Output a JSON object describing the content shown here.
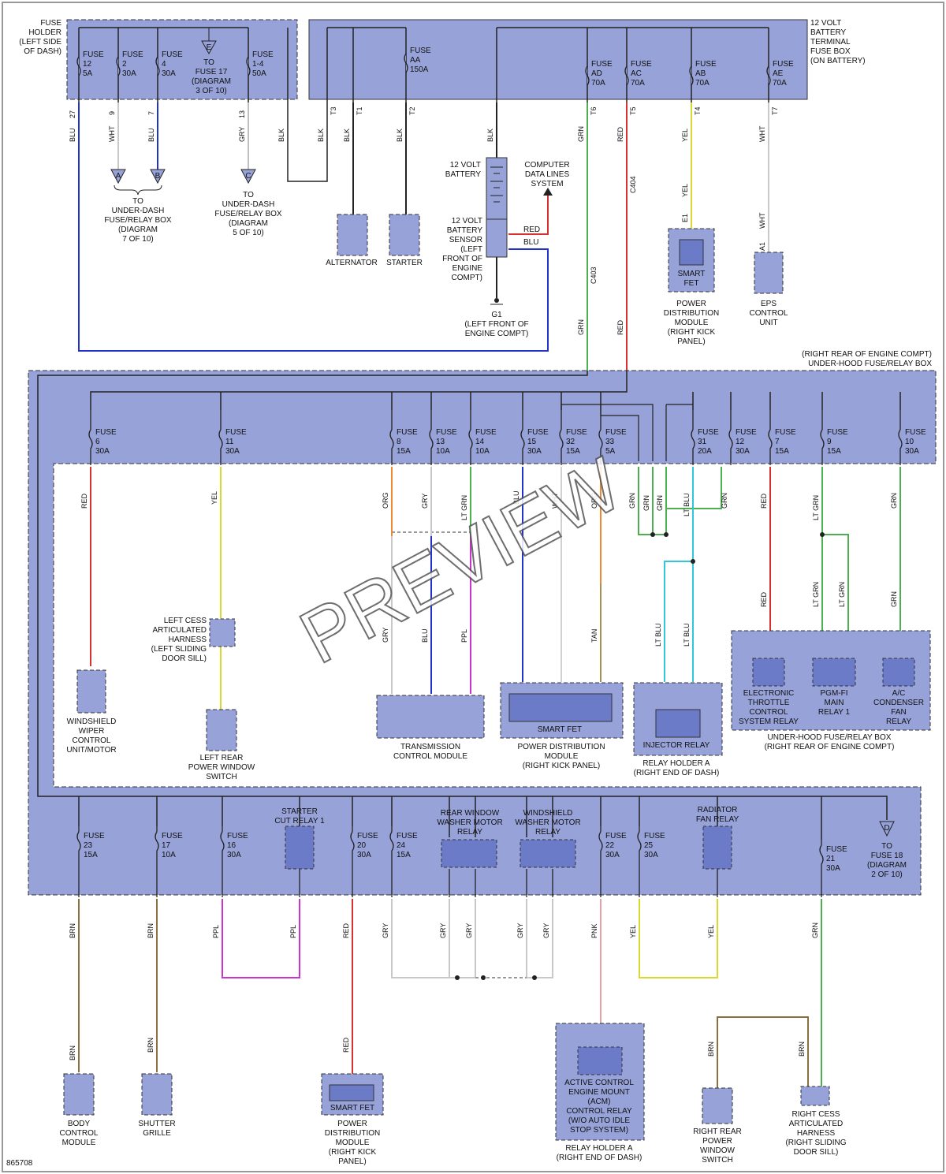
{
  "diagram_id": "865708",
  "watermark": "PREVIEW",
  "top": {
    "dash_holder_label": [
      "FUSE",
      "HOLDER",
      "(LEFT SIDE",
      "OF DASH)"
    ],
    "battery_box_label": [
      "12 VOLT",
      "BATTERY",
      "TERMINAL",
      "FUSE BOX",
      "(ON BATTERY)"
    ],
    "fuses": [
      {
        "name": "FUSE",
        "num": "12",
        "amp": "5A"
      },
      {
        "name": "FUSE",
        "num": "2",
        "amp": "30A"
      },
      {
        "name": "FUSE",
        "num": "4",
        "amp": "30A"
      },
      {
        "name": "FUSE",
        "num": "1-4",
        "amp": "50A"
      },
      {
        "name": "FUSE",
        "num": "AA",
        "amp": "150A"
      },
      {
        "name": "FUSE",
        "num": "AD",
        "amp": "70A"
      },
      {
        "name": "FUSE",
        "num": "AC",
        "amp": "70A"
      },
      {
        "name": "FUSE",
        "num": "AB",
        "amp": "70A"
      },
      {
        "name": "FUSE",
        "num": "AE",
        "amp": "70A"
      }
    ],
    "fuse17_ref": {
      "letter": "E",
      "text": [
        "TO",
        "FUSE 17",
        "(DIAGRAM",
        "3 OF 10)"
      ]
    },
    "connectors": [
      {
        "letter": "A"
      },
      {
        "letter": "B"
      },
      {
        "letter": "C"
      }
    ],
    "underdash_ab": [
      "TO",
      "UNDER-DASH",
      "FUSE/RELAY BOX",
      "(DIAGRAM",
      "7 OF 10)"
    ],
    "underdash_c": [
      "TO",
      "UNDER-DASH",
      "FUSE/RELAY BOX",
      "(DIAGRAM",
      "5 OF 10)"
    ],
    "wire_labels": [
      {
        "pin": "27",
        "color": "BLU"
      },
      {
        "pin": "9",
        "color": "WHT"
      },
      {
        "pin": "7",
        "color": "BLU"
      },
      {
        "pin": "13",
        "color": "GRY"
      },
      {
        "pin": "",
        "color": "BLK"
      },
      {
        "pin": "T3",
        "color": "BLK"
      },
      {
        "pin": "T1",
        "color": "BLK"
      },
      {
        "pin": "T2",
        "color": "BLK"
      },
      {
        "pin": "",
        "color": "BLK"
      },
      {
        "pin": "T6",
        "color": "GRN"
      },
      {
        "pin": "T5",
        "color": "RED"
      },
      {
        "pin": "T4",
        "color": "YEL"
      },
      {
        "pin": "T7",
        "color": "WHT"
      }
    ],
    "alternator": "ALTERNATOR",
    "starter": "STARTER",
    "battery": [
      "12 VOLT",
      "BATTERY"
    ],
    "battery_sensor": [
      "12 VOLT",
      "BATTERY",
      "SENSOR",
      "(LEFT",
      "FRONT OF",
      "ENGINE",
      "COMPT)"
    ],
    "computer_data": [
      "COMPUTER",
      "DATA LINES",
      "SYSTEM"
    ],
    "sensor_red": "RED",
    "sensor_blu": "BLU",
    "ground": [
      "G1",
      "(LEFT FRONT OF",
      "ENGINE COMPT)"
    ],
    "c403_label": "C403",
    "c404_label": "C404",
    "smart_fet": [
      "SMART",
      "FET"
    ],
    "pdm_top": [
      "POWER",
      "DISTRIBUTION",
      "MODULE",
      "(RIGHT KICK",
      "PANEL)"
    ],
    "eps": [
      "EPS",
      "CONTROL",
      "UNIT"
    ],
    "e1": "E1",
    "a1": "A1",
    "yel": "YEL",
    "wht": "WHT",
    "grn": "GRN",
    "red": "RED"
  },
  "underhood": {
    "label": [
      "(RIGHT REAR OF ENGINE COMPT)",
      "UNDER-HOOD FUSE/RELAY BOX"
    ],
    "fuses": [
      {
        "name": "FUSE",
        "num": "6",
        "amp": "30A"
      },
      {
        "name": "FUSE",
        "num": "11",
        "amp": "30A"
      },
      {
        "name": "FUSE",
        "num": "8",
        "amp": "15A"
      },
      {
        "name": "FUSE",
        "num": "13",
        "amp": "10A"
      },
      {
        "name": "FUSE",
        "num": "14",
        "amp": "10A"
      },
      {
        "name": "FUSE",
        "num": "15",
        "amp": "30A"
      },
      {
        "name": "FUSE",
        "num": "32",
        "amp": "15A"
      },
      {
        "name": "FUSE",
        "num": "33",
        "amp": "5A"
      },
      {
        "name": "FUSE",
        "num": "31",
        "amp": "20A"
      },
      {
        "name": "FUSE",
        "num": "12",
        "amp": "30A"
      },
      {
        "name": "FUSE",
        "num": "7",
        "amp": "15A"
      },
      {
        "name": "FUSE",
        "num": "9",
        "amp": "15A"
      },
      {
        "name": "FUSE",
        "num": "10",
        "amp": "30A"
      }
    ],
    "components": {
      "wiper": [
        "WINDSHIELD",
        "WIPER",
        "CONTROL",
        "UNIT/MOTOR"
      ],
      "cess_left": [
        "LEFT CESS",
        "ARTICULATED",
        "HARNESS",
        "(LEFT SLIDING",
        "DOOR SILL)"
      ],
      "lr_window": [
        "LEFT REAR",
        "POWER WINDOW",
        "SWITCH"
      ],
      "tcm": [
        "TRANSMISSION",
        "CONTROL MODULE"
      ],
      "smart_fet": "SMART FET",
      "pdm": [
        "POWER DISTRIBUTION",
        "MODULE",
        "(RIGHT KICK PANEL)"
      ],
      "injector": "INJECTOR RELAY",
      "relay_holder": [
        "RELAY HOLDER A",
        "(RIGHT END OF DASH)"
      ],
      "etcs": [
        "ELECTRONIC",
        "THROTTLE",
        "CONTROL",
        "SYSTEM RELAY"
      ],
      "pgm": [
        "PGM-FI",
        "MAIN",
        "RELAY 1"
      ],
      "ac": [
        "A/C",
        "CONDENSER",
        "FAN",
        "RELAY"
      ],
      "uh_box": [
        "UNDER-HOOD FUSE/RELAY BOX",
        "(RIGHT REAR OF ENGINE COMPT)"
      ]
    },
    "wires": [
      "RED",
      "YEL",
      "ORG",
      "GRY",
      "LT GRN",
      "BLU",
      "WHT",
      "ORG",
      "GRN",
      "GRN",
      "GRN",
      "LT BLU",
      "GRN",
      "RED",
      "LT GRN",
      "GRN",
      "GRY",
      "BLU",
      "PPL",
      "TAN",
      "LT BLU",
      "LT BLU",
      "RED",
      "LT GRN",
      "LT GRN",
      "GRN"
    ]
  },
  "bottom": {
    "fuses": [
      {
        "name": "FUSE",
        "num": "23",
        "amp": "15A"
      },
      {
        "name": "FUSE",
        "num": "17",
        "amp": "10A"
      },
      {
        "name": "FUSE",
        "num": "16",
        "amp": "30A"
      },
      {
        "name": "FUSE",
        "num": "20",
        "amp": "30A"
      },
      {
        "name": "FUSE",
        "num": "24",
        "amp": "15A"
      },
      {
        "name": "FUSE",
        "num": "22",
        "amp": "30A"
      },
      {
        "name": "FUSE",
        "num": "25",
        "amp": "30A"
      },
      {
        "name": "FUSE",
        "num": "21",
        "amp": "30A"
      }
    ],
    "starter_cut": [
      "STARTER",
      "CUT RELAY 1"
    ],
    "rear_washer": [
      "REAR WINDOW",
      "WASHER MOTOR",
      "RELAY"
    ],
    "ws_washer": [
      "WINDSHIELD",
      "WASHER MOTOR",
      "RELAY"
    ],
    "rad_fan": [
      "RADIATOR",
      "FAN RELAY"
    ],
    "fuse18_ref": {
      "letter": "D",
      "text": [
        "TO",
        "FUSE 18",
        "(DIAGRAM",
        "2 OF 10)"
      ]
    },
    "bcm": [
      "BODY",
      "CONTROL",
      "MODULE"
    ],
    "shutter": [
      "SHUTTER",
      "GRILLE"
    ],
    "pdm": [
      "POWER",
      "DISTRIBUTION",
      "MODULE",
      "(RIGHT KICK",
      "PANEL)"
    ],
    "smart_fet": "SMART FET",
    "acm": [
      "ACTIVE CONTROL",
      "ENGINE MOUNT",
      "(ACM)",
      "CONTROL RELAY",
      "(W/O AUTO IDLE",
      "STOP SYSTEM)"
    ],
    "acm_holder": [
      "RELAY HOLDER A",
      "(RIGHT END OF DASH)"
    ],
    "rr_window": [
      "RIGHT REAR",
      "POWER",
      "WINDOW",
      "SWITCH"
    ],
    "cess_right": [
      "RIGHT CESS",
      "ARTICULATED",
      "HARNESS",
      "(RIGHT SLIDING",
      "DOOR SILL)"
    ],
    "wires": [
      "BRN",
      "BRN",
      "PPL",
      "PPL",
      "RED",
      "GRY",
      "GRY",
      "GRY",
      "GRY",
      "GRY",
      "PNK",
      "YEL",
      "YEL",
      "GRN",
      "BRN",
      "BRN",
      "RED",
      "BRN",
      "BRN"
    ]
  }
}
